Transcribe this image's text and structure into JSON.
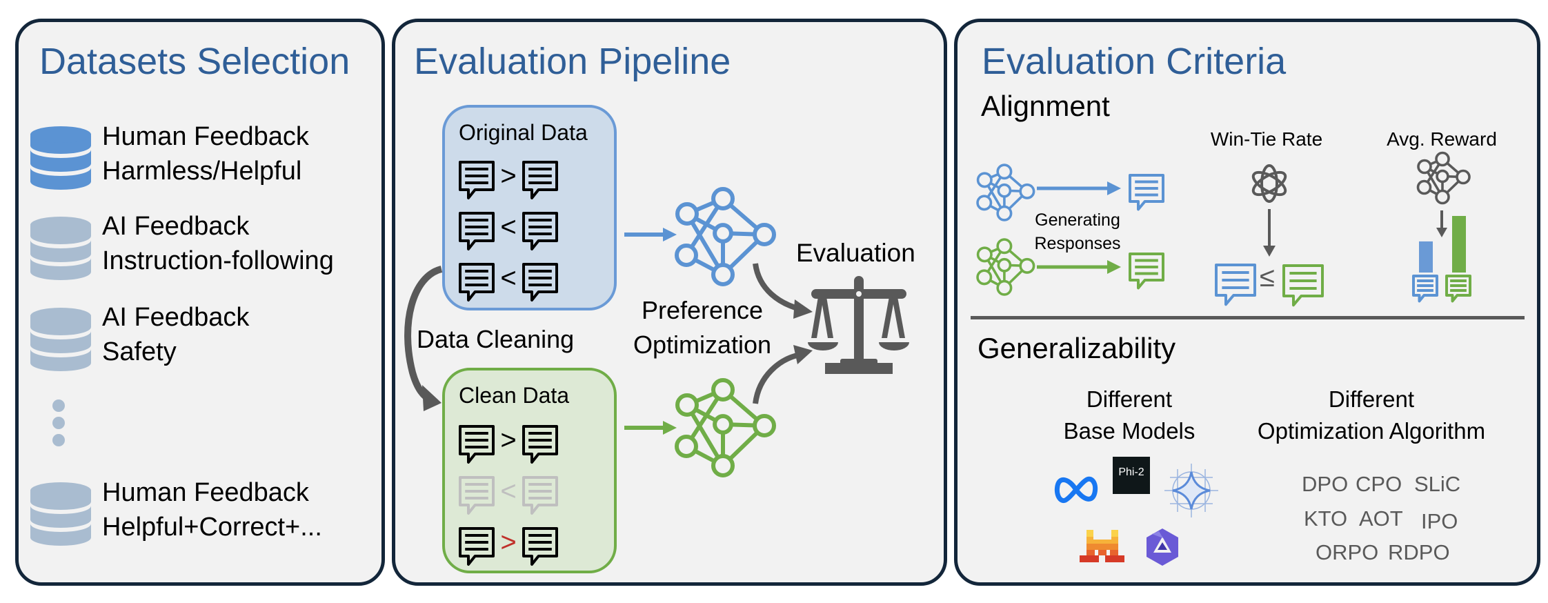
{
  "panels": {
    "datasets": {
      "title": "Datasets Selection",
      "items": [
        {
          "line1": "Human Feedback",
          "line2": "Harmless/Helpful",
          "icon": "database-icon",
          "color": "#5b93d3"
        },
        {
          "line1": "AI Feedback",
          "line2": "Instruction-following",
          "icon": "database-icon",
          "color": "#a9bcd0"
        },
        {
          "line1": "AI Feedback",
          "line2": "Safety",
          "icon": "database-icon",
          "color": "#a9bcd0"
        },
        {
          "line1": "Human Feedback",
          "line2": "Helpful+Correct+...",
          "icon": "database-icon",
          "color": "#a9bcd0"
        }
      ],
      "ellipsis_icon": "vertical-ellipsis-icon"
    },
    "pipeline": {
      "title": "Evaluation Pipeline",
      "original_data": {
        "title": "Original Data",
        "pairs": [
          {
            "op": ">",
            "state": "normal"
          },
          {
            "op": "<",
            "state": "normal"
          },
          {
            "op": "<",
            "state": "normal"
          }
        ]
      },
      "clean_data": {
        "title": "Clean Data",
        "pairs": [
          {
            "op": ">",
            "state": "normal"
          },
          {
            "op": "<",
            "state": "removed"
          },
          {
            "op": ">",
            "state": "flipped"
          }
        ]
      },
      "data_cleaning_label": "Data Cleaning",
      "preference_optimization_line1": "Preference",
      "preference_optimization_line2": "Optimization",
      "evaluation_label": "Evaluation",
      "evaluation_icon": "scale-icon"
    },
    "criteria": {
      "title": "Evaluation Criteria",
      "alignment": {
        "heading": "Alignment",
        "generating_line1": "Generating",
        "generating_line2": "Responses",
        "win_tie_label": "Win-Tie Rate",
        "win_tie_op": "≤",
        "avg_reward_label": "Avg. Reward",
        "avg_reward_bars": [
          {
            "model": "original",
            "relative_value": 0.55,
            "color": "#6a9ad6"
          },
          {
            "model": "clean",
            "relative_value": 1.0,
            "color": "#70ad47"
          }
        ]
      },
      "generalizability": {
        "heading": "Generalizability",
        "base_models_line1": "Different",
        "base_models_line2": "Base Models",
        "base_models_logos": [
          "meta-logo-icon",
          "phi-2-logo",
          "gemma-star-icon",
          "mistral-logo-icon",
          "qwen-logo-icon"
        ],
        "phi_label": "Phi-2",
        "algorithms_line1": "Different",
        "algorithms_line2": "Optimization Algorithm",
        "algorithms": [
          "DPO",
          "CPO",
          "SLiC",
          "KTO",
          "AOT",
          "IPO",
          "ORPO",
          "RDPO"
        ]
      }
    }
  },
  "colors": {
    "title_blue": "#2f5e97",
    "blue": "#5b93d3",
    "green": "#70ad47",
    "gray": "#595959",
    "red": "#c0302a",
    "border": "#13263a"
  }
}
